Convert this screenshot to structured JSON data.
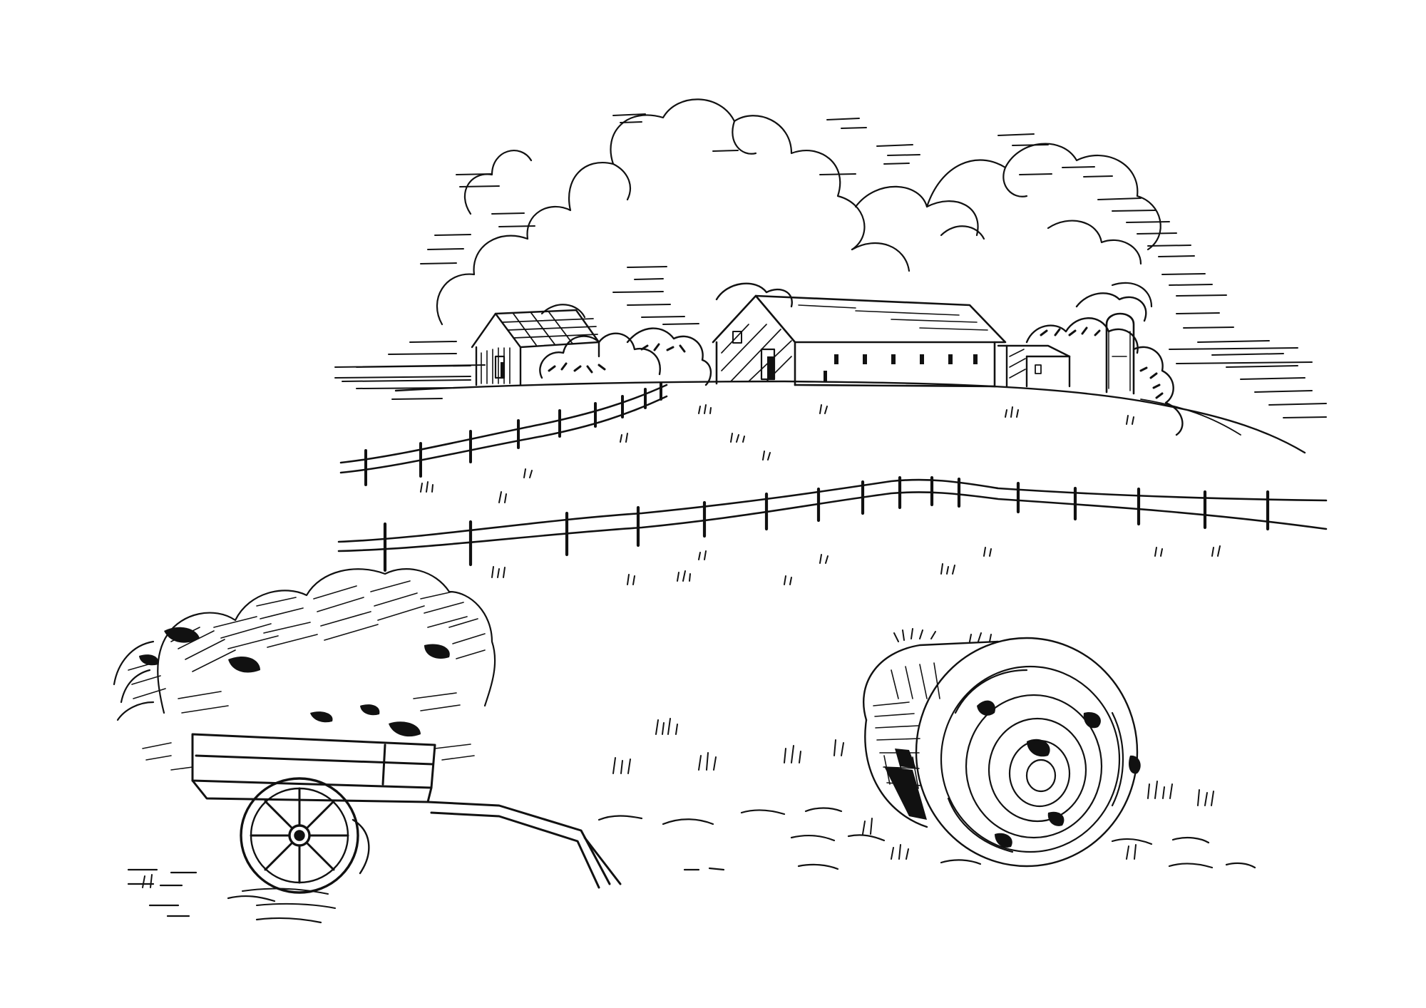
{
  "scene": {
    "style": "black ink sketch on white",
    "colors": {
      "ink": "#111111",
      "paper": "#ffffff"
    },
    "elements": [
      "sky-clouds",
      "farmhouse-left",
      "barn-main",
      "shed-right",
      "silo",
      "trees",
      "rolling-hill",
      "fence-upper",
      "fence-lower",
      "grass-tufts",
      "hay-cart",
      "hay-bale-round"
    ]
  }
}
